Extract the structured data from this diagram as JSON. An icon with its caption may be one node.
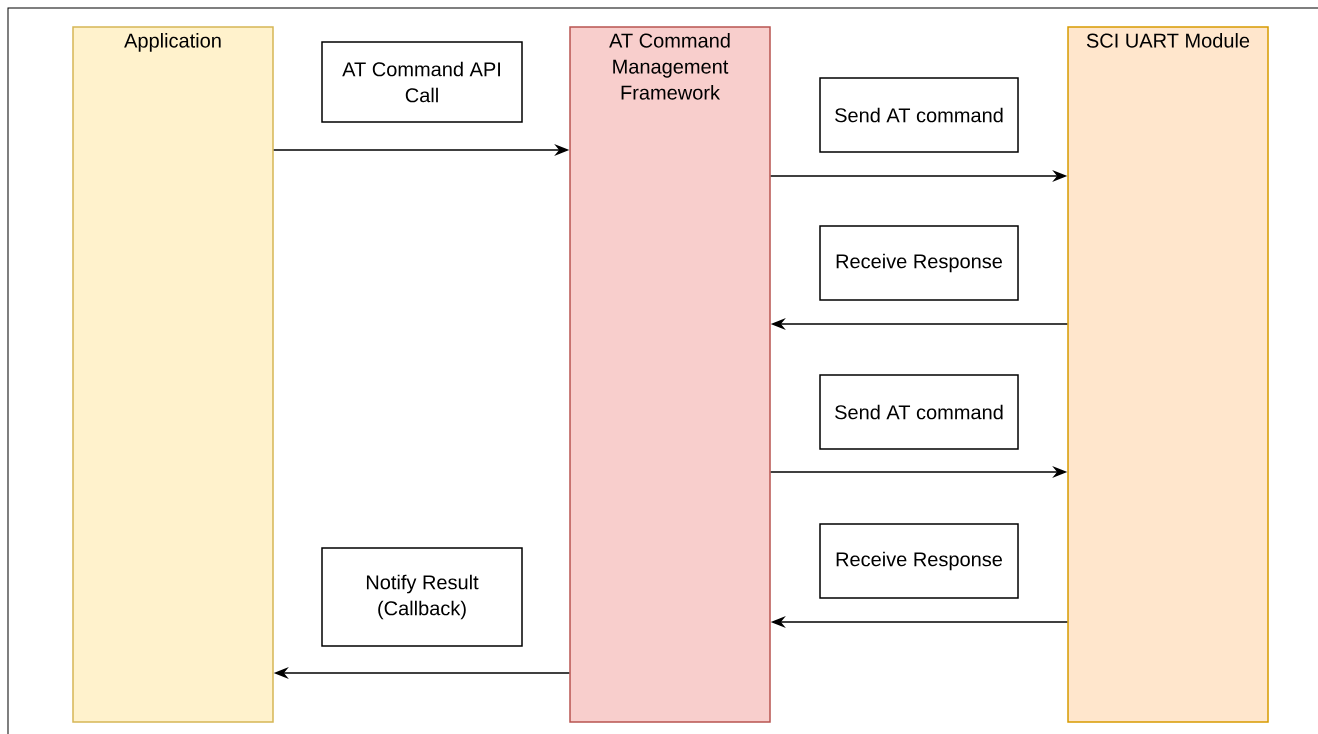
{
  "diagram": {
    "nodes": [
      {
        "text": [
          "Application"
        ]
      },
      {
        "text": [
          "AT Command Management Framework"
        ]
      },
      {
        "text": [
          "SCI UART Module"
        ]
      },
      {
        "text": [
          "AT Command API Call"
        ]
      },
      {
        "text": [
          "Send AT command"
        ]
      },
      {
        "text": [
          "Receive Response"
        ]
      },
      {
        "text": [
          "Send AT command"
        ]
      },
      {
        "text": [
          "Receive Response"
        ]
      },
      {
        "text": [
          "Notify Result (Callback)"
        ]
      }
    ],
    "edges": [
      {
        "from": 0,
        "to": 1,
        "arrow": "to"
      },
      {
        "from": 1,
        "to": 2,
        "arrow": "to"
      },
      {
        "from": 2,
        "to": 1,
        "arrow": "to"
      },
      {
        "from": 1,
        "to": 2,
        "arrow": "to"
      },
      {
        "from": 2,
        "to": 1,
        "arrow": "to"
      },
      {
        "from": 1,
        "to": 0,
        "arrow": "to"
      }
    ]
  }
}
